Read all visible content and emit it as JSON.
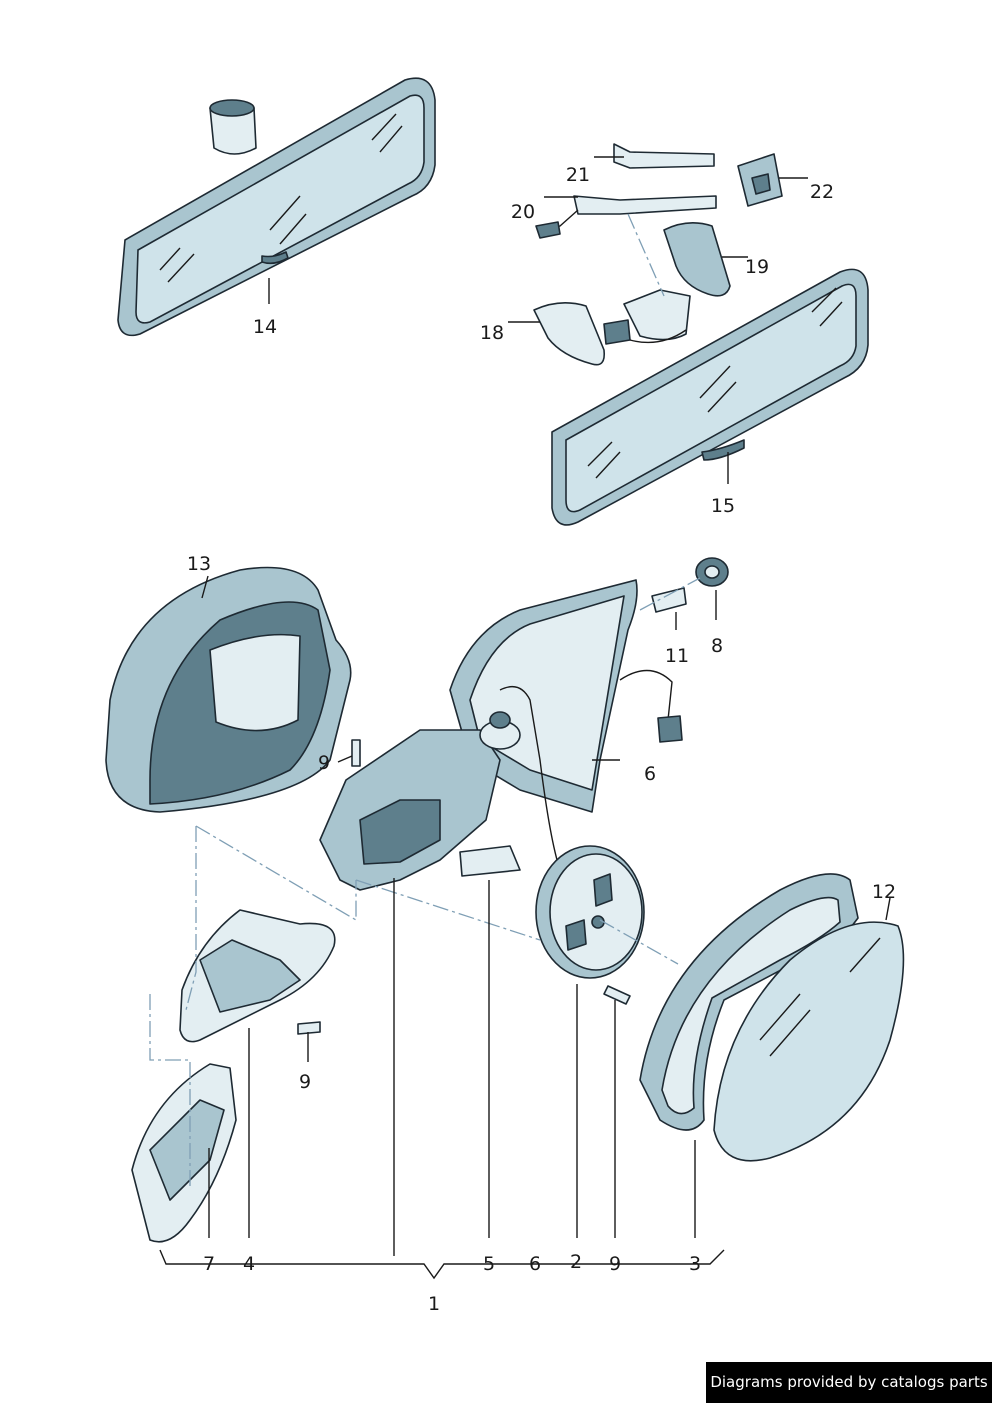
{
  "callouts": {
    "c14": "14",
    "c15": "15",
    "c21": "21",
    "c22": "22",
    "c20": "20",
    "c19": "19",
    "c18": "18",
    "c13": "13",
    "c11": "11",
    "c8": "8",
    "c6a": "6",
    "c9a": "9",
    "c12": "12",
    "c9b": "9",
    "c7": "7",
    "c4": "4",
    "c5": "5",
    "c6b": "6",
    "c2": "2",
    "c9c": "9",
    "c3": "3",
    "c1": "1"
  },
  "footer": {
    "credit": "Diagrams provided by catalogs parts"
  }
}
